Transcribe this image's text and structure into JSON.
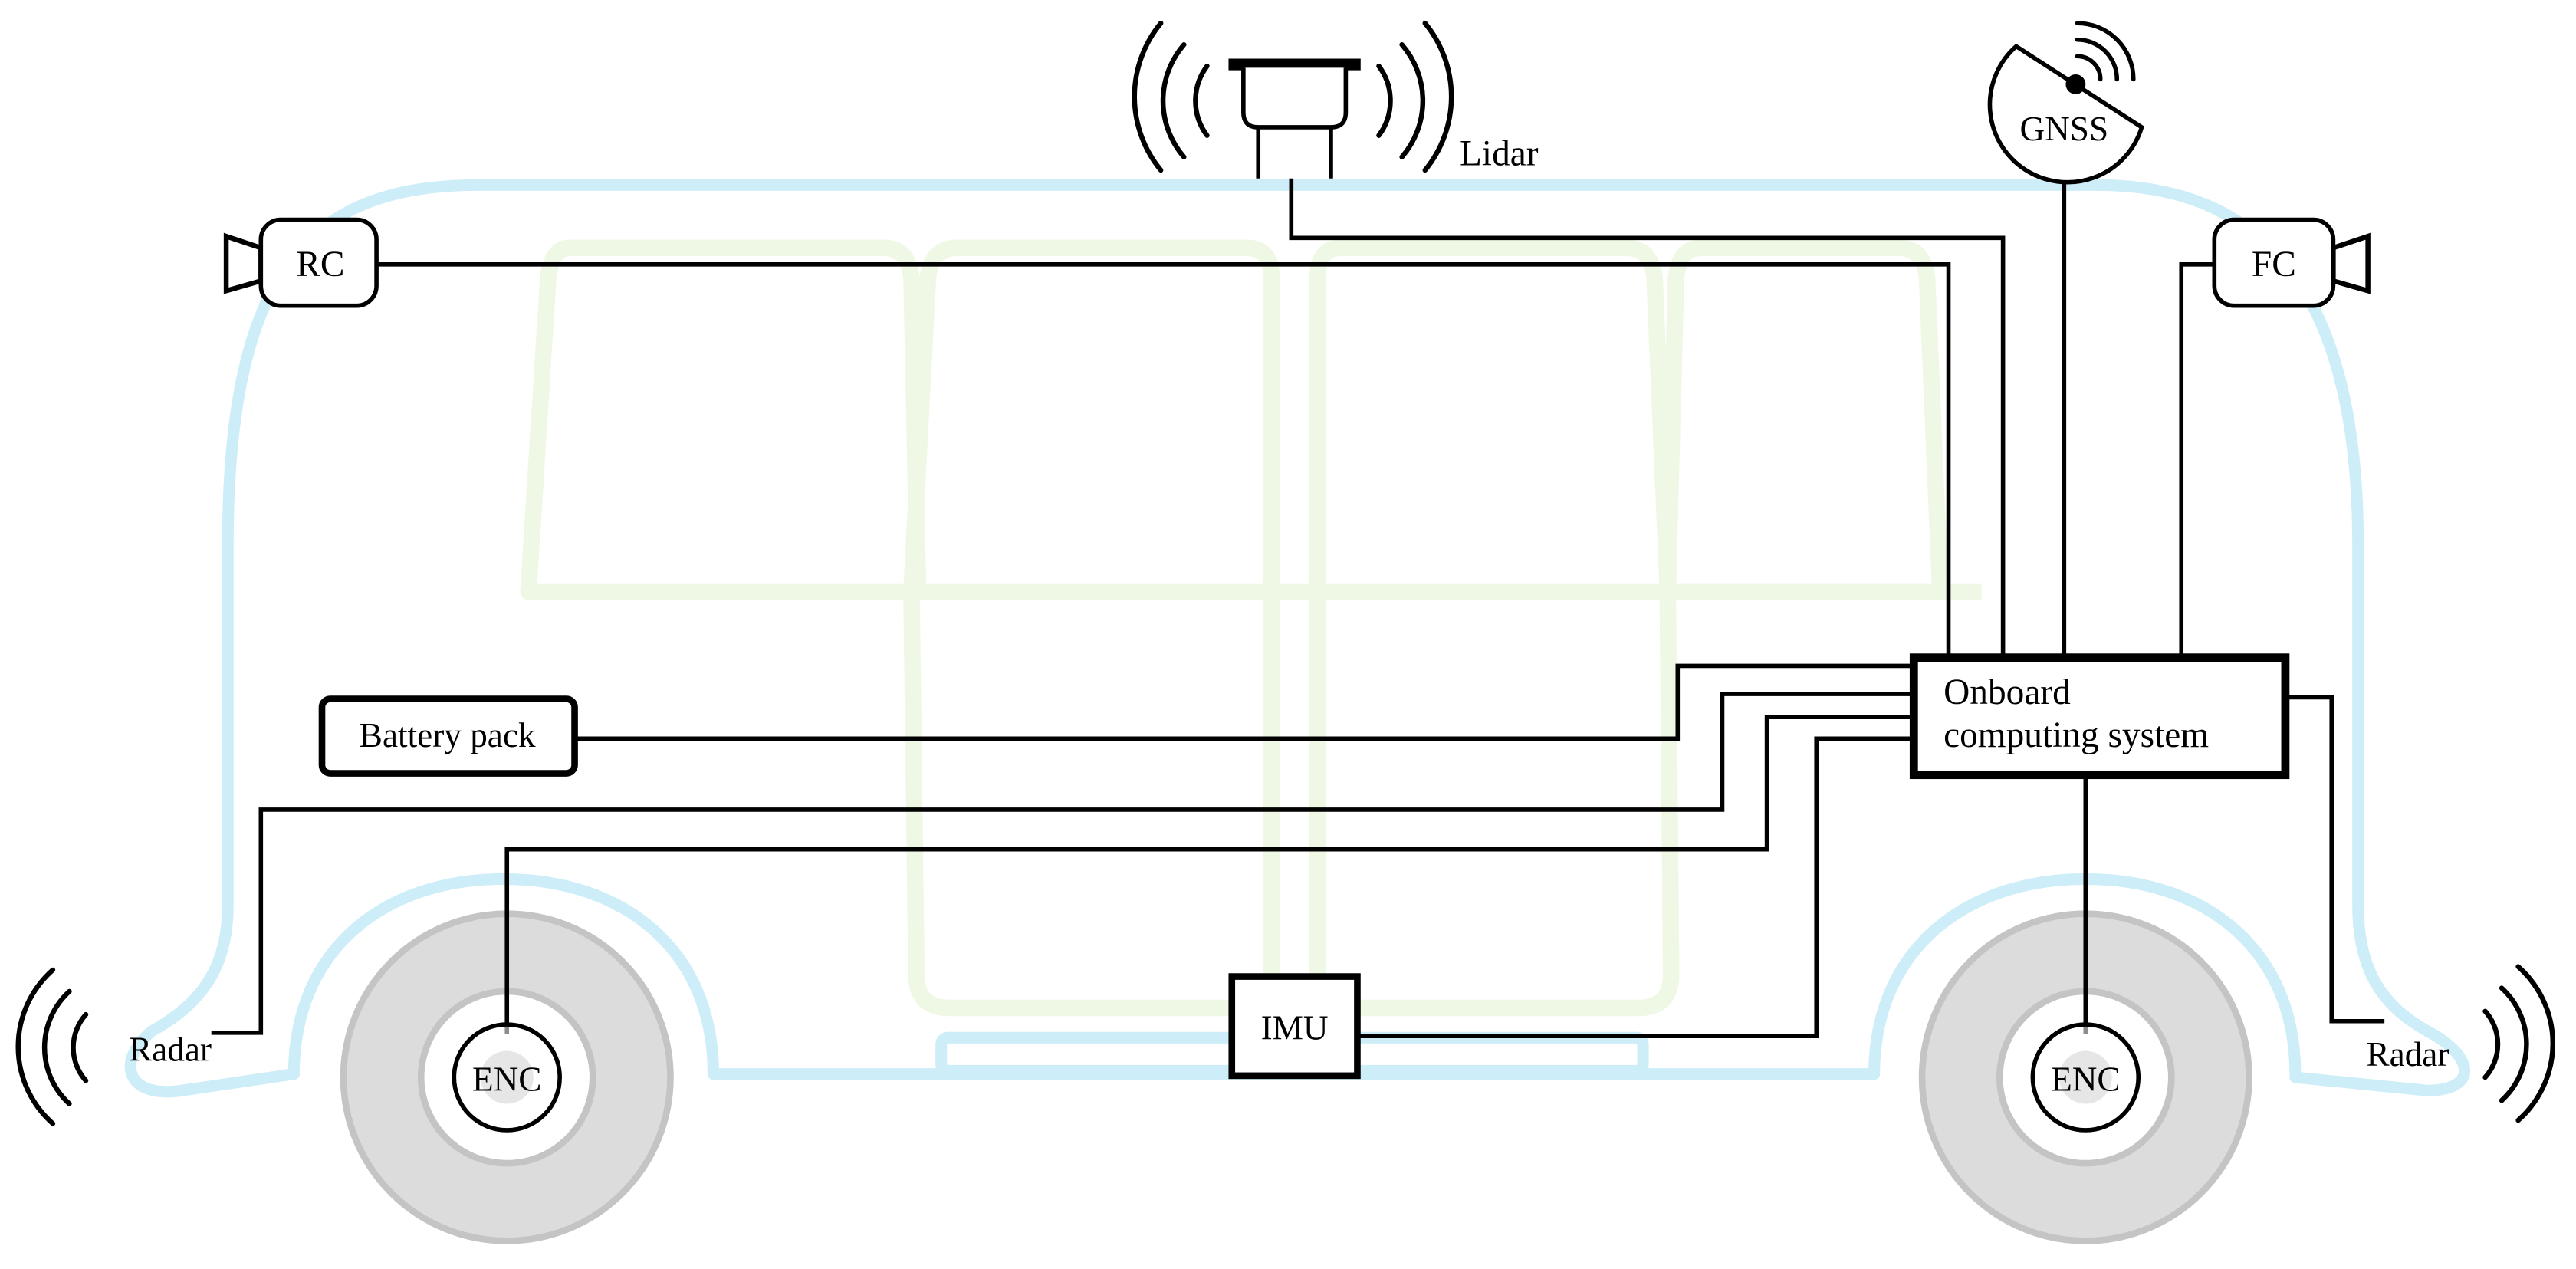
{
  "labels": {
    "lidar": "Lidar",
    "gnss": "GNSS",
    "rear_camera": "RC",
    "front_camera": "FC",
    "battery_pack": "Battery pack",
    "onboard_line1": "Onboard",
    "onboard_line2": "computing system",
    "imu": "IMU",
    "rear_radar": "Radar",
    "front_radar": "Radar",
    "rear_encoder": "ENC",
    "front_encoder": "ENC"
  },
  "colors": {
    "vehicle_outline": "#cdeef8",
    "window_outline": "#eef8e4",
    "wheel_fill": "#dcdcdc",
    "wheel_stroke": "#c4c4c4",
    "hub_fill": "#c8c8c8",
    "wiring": "#000000"
  }
}
